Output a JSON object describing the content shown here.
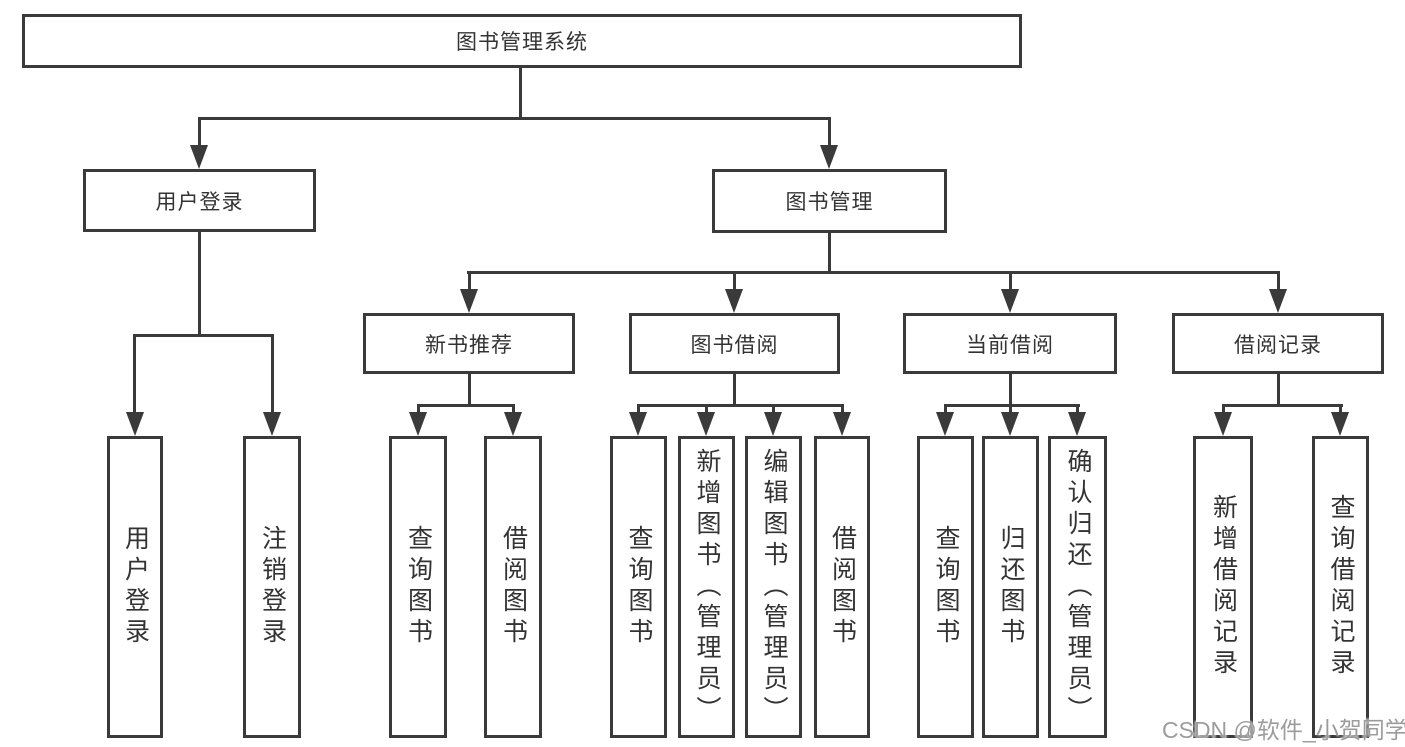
{
  "diagram_type": "hierarchy-tree",
  "tree": {
    "label": "图书管理系统",
    "children": [
      {
        "label": "用户登录",
        "children": [
          {
            "label": "用户登录"
          },
          {
            "label": "注销登录"
          }
        ]
      },
      {
        "label": "图书管理",
        "children": [
          {
            "label": "新书推荐",
            "children": [
              {
                "label": "查询图书"
              },
              {
                "label": "借阅图书"
              }
            ]
          },
          {
            "label": "图书借阅",
            "children": [
              {
                "label": "查询图书"
              },
              {
                "label": "新增图书（管理员）"
              },
              {
                "label": "编辑图书（管理员）"
              },
              {
                "label": "借阅图书"
              }
            ]
          },
          {
            "label": "当前借阅",
            "children": [
              {
                "label": "查询图书"
              },
              {
                "label": "归还图书"
              },
              {
                "label": "确认归还（管理员）"
              }
            ]
          },
          {
            "label": "借阅记录",
            "children": [
              {
                "label": "新增借阅记录"
              },
              {
                "label": "查询借阅记录"
              }
            ]
          }
        ]
      }
    ]
  },
  "watermark": {
    "text": "CSDN @软件_小贺同学"
  },
  "colors": {
    "line": "#3a3a3a",
    "text": "#333333",
    "background": "#ffffff",
    "watermark": "#9c9c9c"
  }
}
